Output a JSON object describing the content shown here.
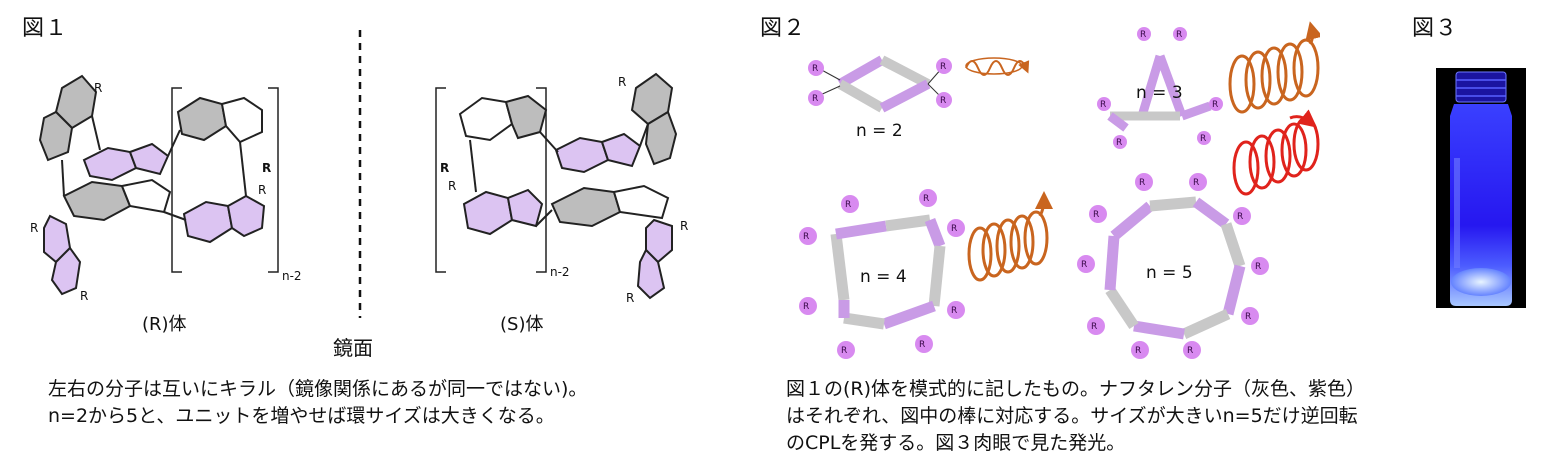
{
  "fig1": {
    "label": "図１",
    "r_isomer": "(R)体",
    "s_isomer": "(S)体",
    "mirror": "鏡面",
    "subscript_left": "n-2",
    "subscript_right": "n-2",
    "substituent": "R",
    "caption_line1": "左右の分子は互いにキラル（鏡像関係にあるが同一ではない)。",
    "caption_line2": "n=2から5と、ユニットを増やせば環サイズは大きくなる。"
  },
  "fig2": {
    "label": "図２",
    "rings": [
      {
        "label": "n = 2",
        "helix_color": "#c9651f"
      },
      {
        "label": "n = 3",
        "helix_color": "#c9651f"
      },
      {
        "label": "n = 4",
        "helix_color": "#c9651f"
      },
      {
        "label": "n = 5",
        "helix_color": "#e0231c"
      }
    ],
    "substituent": "R",
    "caption_line1": "図１の(R)体を模式的に記したもの。ナフタレン分子（灰色、紫色）",
    "caption_line2": "はそれぞれ、図中の棒に対応する。サイズが大きいn=5だけ逆回転",
    "caption_line3": "のCPLを発する。図３肉眼で見た発光。"
  },
  "fig3": {
    "label": "図３",
    "photo_subject": "glowing vial"
  },
  "colors": {
    "gray_bar": "#c8c8c8",
    "purple_bar": "#c99be6",
    "r_dot": "#d88af0",
    "purple_ring_fill": "#dcc4f2",
    "gray_ring_fill": "#bdbdbd",
    "orange_helix": "#c9651f",
    "red_helix": "#e0231c",
    "glow_blue": "#2d1bff"
  }
}
